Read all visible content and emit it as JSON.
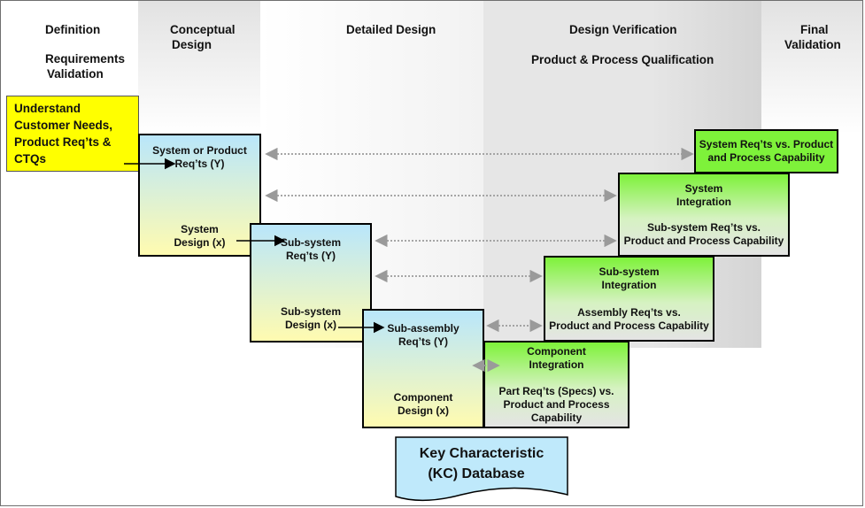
{
  "headers": {
    "definition": "Definition",
    "requirements_validation_1": "Requirements",
    "requirements_validation_2": "Validation",
    "conceptual_1": "Conceptual",
    "conceptual_2": "Design",
    "detailed": "Detailed Design",
    "verification": "Design Verification",
    "qualification": "Product & Process Qualification",
    "final_1": "Final",
    "final_2": "Validation"
  },
  "customer_box": {
    "line1": "Understand",
    "line2": "Customer Needs,",
    "line3": "Product Req’ts &",
    "line4": "CTQs",
    "color": "#ffff00"
  },
  "left_boxes": [
    {
      "req_1": "System or Product",
      "req_2": "Req’ts (Y)",
      "design_1": "System",
      "design_2": "Design (x)"
    },
    {
      "req_1": "Sub-system",
      "req_2": "Req’ts (Y)",
      "design_1": "Sub-system",
      "design_2": "Design (x)"
    },
    {
      "req_1": "Sub-assembly",
      "req_2": "Req’ts (Y)",
      "design_1": "Component",
      "design_2": "Design (x)"
    }
  ],
  "right_boxes": [
    {
      "line1": "System Req’ts vs. Product",
      "line2": "and Process Capability"
    },
    {
      "title_1": "System",
      "title_2": "Integration",
      "line1": "Sub-system Req’ts vs.",
      "line2": "Product and Process Capability"
    },
    {
      "title_1": "Sub-system",
      "title_2": "Integration",
      "line1": "Assembly Req’ts vs.",
      "line2": "Product and Process Capability"
    },
    {
      "title_1": "Component",
      "title_2": "Integration",
      "line1": "Part Req’ts (Specs) vs.",
      "line2": "Product and Process",
      "line3": "Capability"
    }
  ],
  "kc_database": {
    "line1": "Key Characteristic",
    "line2": "(KC) Database",
    "color": "#bfe9fb"
  },
  "colors": {
    "band_gray": "#ebebeb",
    "phase_top": "#b9e6fb",
    "phase_bottom": "#fffbb0",
    "verif_green": "#7ef23a",
    "link_arrow": "#9a9a9a"
  }
}
